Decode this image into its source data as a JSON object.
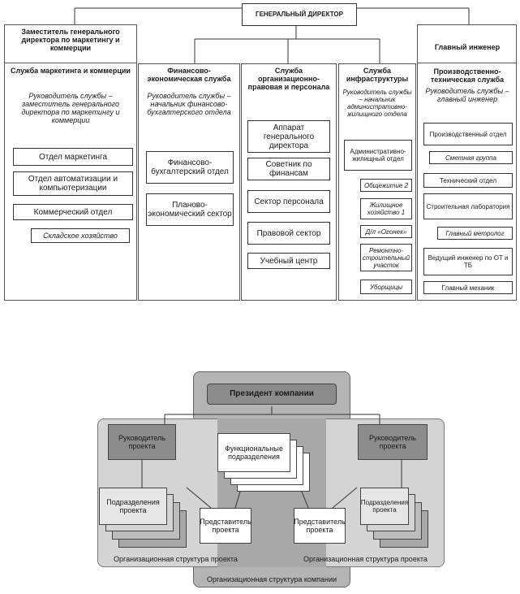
{
  "top": {
    "general_director": "ГЕНЕРАЛЬНЫЙ ДИРЕКТОР",
    "deputy": "Заместитель генерального директора по маркетингу и коммерции",
    "chief_engineer": "Главный инженер",
    "marketing": {
      "title": "Служба маркетинга и коммерции",
      "head": "Руководитель службы – заместитель генерального директора по маркетингу и коммерции",
      "units": [
        "Отдел маркетинга",
        "Отдел автоматизации и компьютеризации",
        "Коммерческий отдел"
      ],
      "subunit": "Складское хозяйство"
    },
    "finance": {
      "title": "Финансово-экономическая служба",
      "head": "Руководитель службы – начальник финансово-бухгалтерского отдела",
      "units": [
        "Финансово-бухгалтерский отдел",
        "Планово-экономический сектор"
      ]
    },
    "legal": {
      "title": "Служба организационно-правовая и персонала",
      "units": [
        "Аппарат генерального директора",
        "Советник по финансам",
        "Сектор персонала",
        "Правовой сектор",
        "Учебный центр"
      ]
    },
    "infra": {
      "title": "Служба инфраструктуры",
      "head": "Руководитель службы – начальник административно-жилищного отдела",
      "unit": "Административно-жилищный отдел",
      "subunits": [
        "Общежитие 2",
        "Жилищное хозяйство 1",
        "Д/л «Огонек»",
        "Ремонтно-строительный участок",
        "Уборщицы"
      ]
    },
    "tech": {
      "title": "Производственно-техническая служба",
      "head": "Руководитель службы – главный инженер",
      "units": [
        "Производственный отдел",
        "Сметная группа",
        "Технический отдел",
        "Строительная лаборатория",
        "Главный метролог",
        "Ведущий инженер по ОТ и ТБ",
        "Главный механик"
      ]
    }
  },
  "bottom": {
    "president": "Президент компании",
    "pm_left": "Руководитель проекта",
    "pm_right": "Руководитель проекта",
    "functional": "Функциональные подразделения",
    "subdiv_left": "Подразделения проекта",
    "subdiv_right": "Подразделения проекта",
    "rep_left": "Представитель проекта",
    "rep_right": "Представитель проекта",
    "proj_struct_left": "Организационная структура проекта",
    "proj_struct_right": "Организационная структура проекта",
    "company_struct": "Организационная структура компании"
  },
  "colors": {
    "dark_fill": "#8c8c8c",
    "mid_fill": "#b4b4b4",
    "light_fill": "#d4d4d4",
    "pale_fill": "#e6e6e6"
  }
}
